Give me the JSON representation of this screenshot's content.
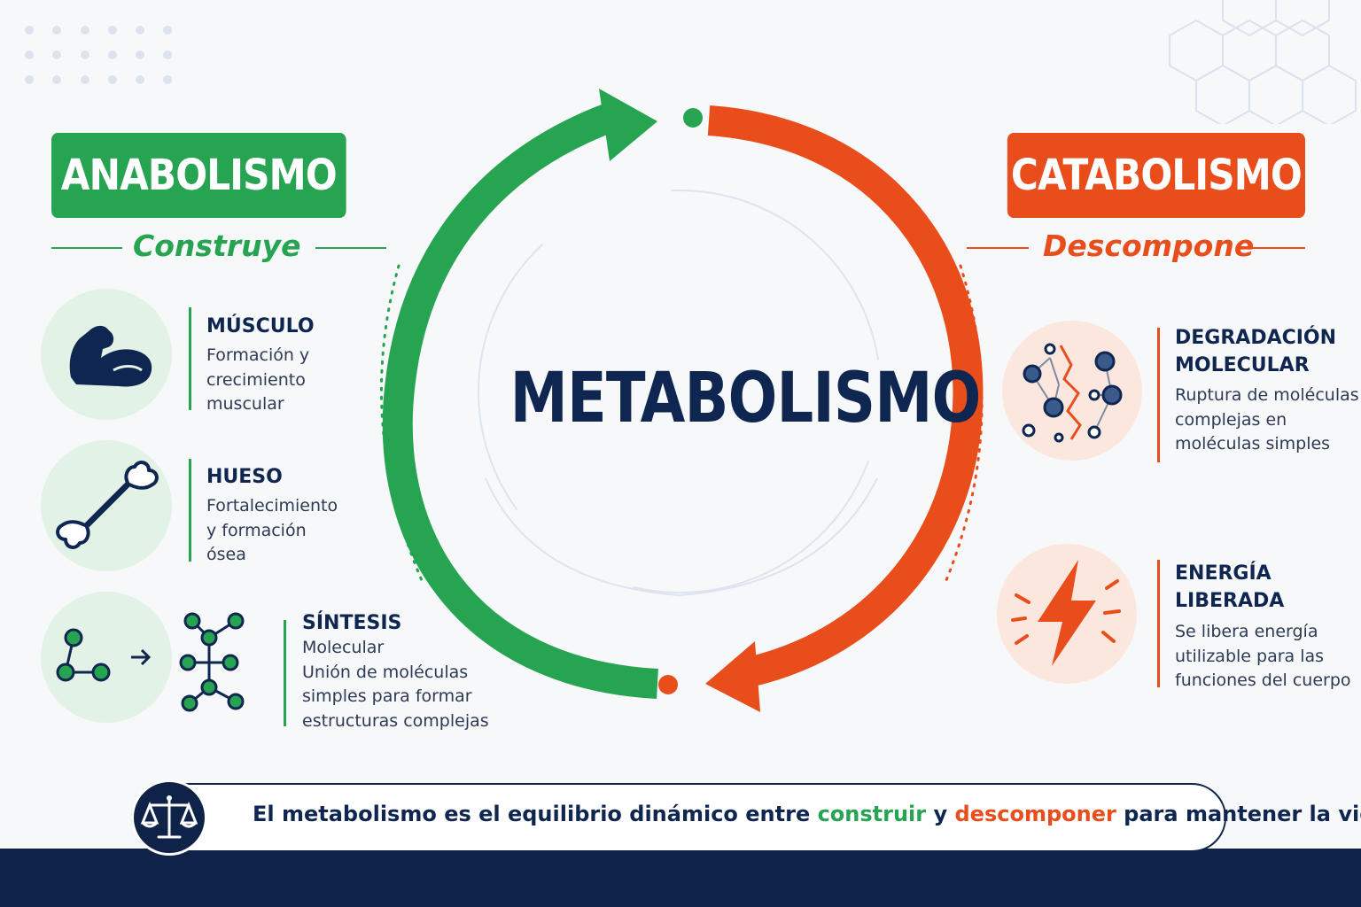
{
  "anabolism": {
    "title": "ANABOLISMO",
    "subtitle": "Construye",
    "items": [
      {
        "title": "MÚSCULO",
        "description": "Formación y\ncrecimiento\nmuscular",
        "icon": "muscle-icon"
      },
      {
        "title": "HUESO",
        "description": "Fortalecimiento\ny formación\nósea",
        "icon": "bone-icon"
      },
      {
        "title": "SÍNTESIS",
        "description": "Molecular\nUnión de moléculas\nsimples para formar\nestructuras complejas",
        "icon": "molecule-synthesis-icon"
      }
    ]
  },
  "catabolism": {
    "title": "CATABOLISMO",
    "subtitle": "Descompone",
    "items": [
      {
        "title": "DEGRADACIÓN\nMOLECULAR",
        "description": "Ruptura de moléculas\ncomplejas en\nmoléculas simples",
        "icon": "molecule-breakdown-icon"
      },
      {
        "title": "ENERGÍA\nLIBERADA",
        "description": "Se libera energía\nutilizable para las\nfunciones del cuerpo",
        "icon": "lightning-icon"
      }
    ]
  },
  "center": {
    "title": "METABOLISMO"
  },
  "footer": {
    "text_before": "El metabolismo es el equilibrio dinámico entre ",
    "word_build": "construir",
    "text_middle": " y ",
    "word_break": "descomponer",
    "text_after": " para mantener la vida.",
    "icon": "balance-scale-icon"
  },
  "colors": {
    "anabolism": "#27a451",
    "catabolism": "#ea4d1c",
    "navy": "#0e2347"
  }
}
